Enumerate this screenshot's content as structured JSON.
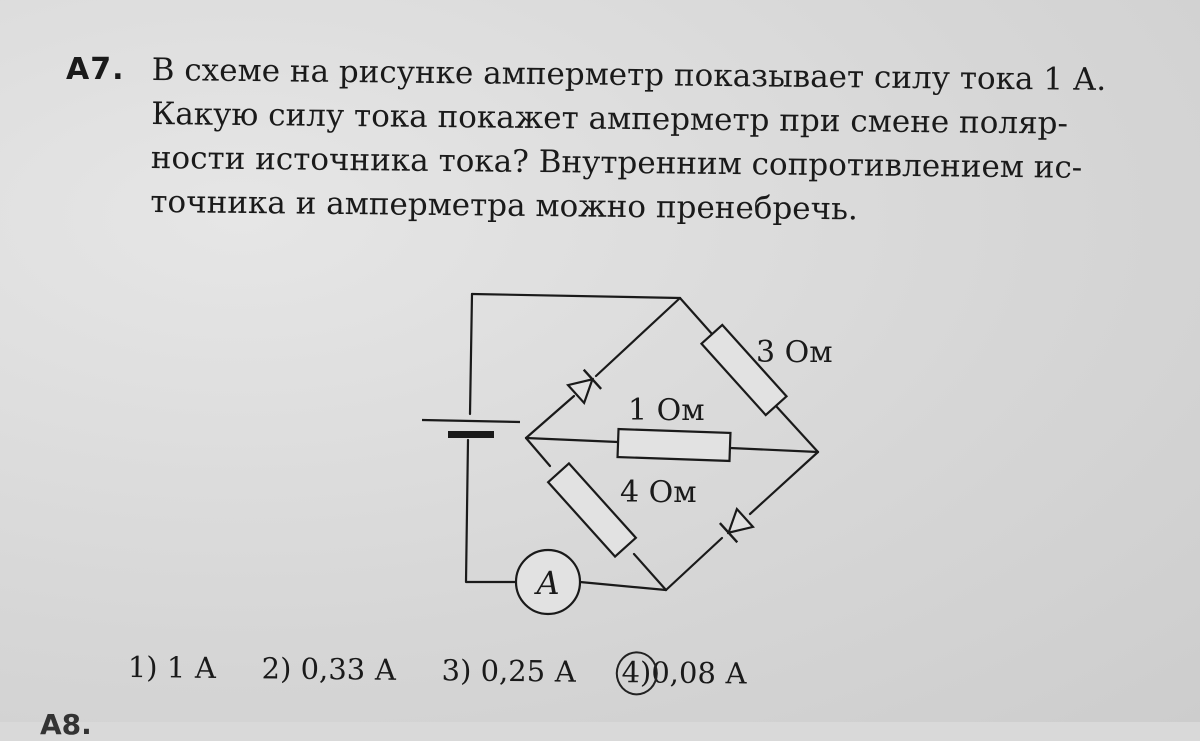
{
  "problem": {
    "number": "А7.",
    "lines": [
      "В схеме на рисунке амперметр показывает силу тока 1 А.",
      "Какую силу тока покажет амперметр при смене поляр-",
      "ности источника тока? Внутренним сопротивлением ис-",
      "точника и амперметра можно пренебречь."
    ]
  },
  "circuit": {
    "labels": {
      "r_top": "3 Ом",
      "r_middle": "1 Ом",
      "r_bottom": "4 Ом",
      "ammeter": "A"
    }
  },
  "answers": [
    {
      "num": "1)",
      "value": "1 А"
    },
    {
      "num": "2)",
      "value": "0,33 А"
    },
    {
      "num": "3)",
      "value": "0,25 А"
    },
    {
      "num": "4)",
      "value": "0,08 А",
      "circled": true
    }
  ],
  "footer": {
    "cut_text": "А8."
  }
}
